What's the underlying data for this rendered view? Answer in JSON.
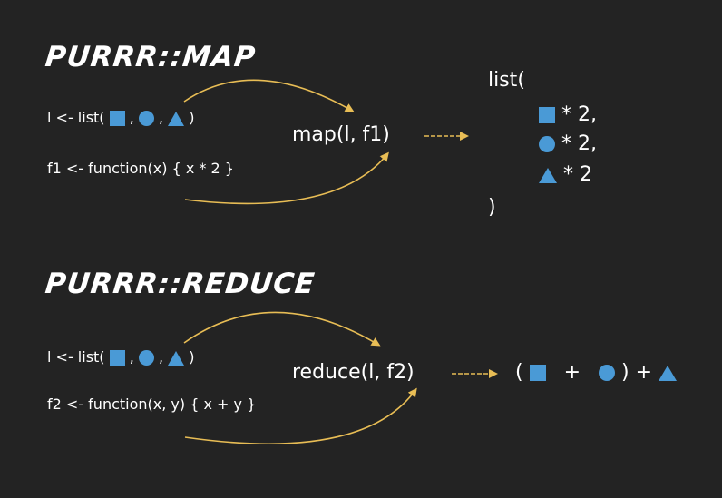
{
  "map_section": {
    "title": "PURRR::MAP",
    "list_prefix": "l <- list(",
    "sep1": ",",
    "sep2": ",",
    "list_suffix": ")",
    "func_def": "f1 <- function(x) { x * 2 }",
    "call": "map(l, f1)",
    "output": {
      "open": "list(",
      "line1": "* 2,",
      "line2": "* 2,",
      "line3": "* 2",
      "close": ")"
    }
  },
  "reduce_section": {
    "title": "PURRR::REDUCE",
    "list_prefix": "l <- list(",
    "sep1": ",",
    "sep2": ",",
    "list_suffix": ")",
    "func_def": "f2 <- function(x, y) { x + y }",
    "call": "reduce(l, f2)",
    "output": {
      "open_paren": "(",
      "plus1": "+",
      "close_paren": ")",
      "plus2": "+"
    }
  },
  "colors": {
    "background": "#232323",
    "text": "#ffffff",
    "shape": "#4a9ad6",
    "arrow": "#e8bd55"
  },
  "icons": [
    "square-icon",
    "circle-icon",
    "triangle-icon",
    "arrow-icon"
  ]
}
